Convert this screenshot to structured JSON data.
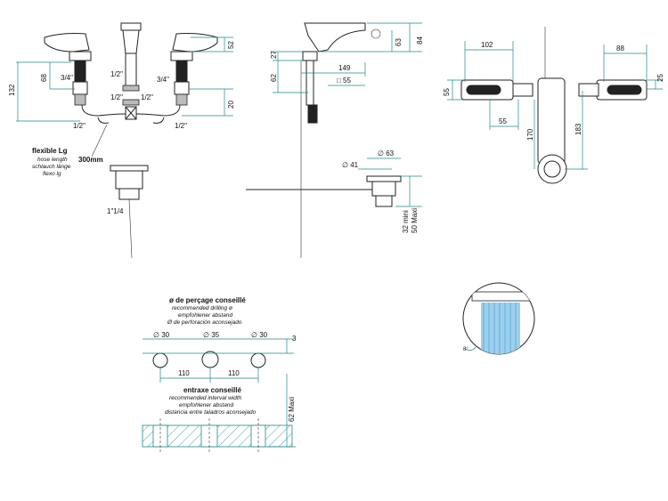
{
  "colors": {
    "line": "#222222",
    "dimension": "#1d8a8a",
    "water": "#9ccfee",
    "hatch": "#1d8a8a"
  },
  "front_view": {
    "dim_52": "52",
    "dim_132": "132",
    "dim_68": "68",
    "dim_20": "20",
    "thread_top": "1/2\"",
    "thread_left_upper": "3/4\"",
    "thread_left_mid": "1/2\"",
    "thread_right_upper": "3/4\"",
    "thread_right_mid": "1/2\"",
    "thread_left_bottom": "1/2\"",
    "thread_right_bottom": "1/2\"",
    "hose_title": "flexible Lg",
    "hose_de": "hose length",
    "hose_en": "schlauch länge",
    "hose_es": "flexo lg",
    "hose_length": "300mm",
    "waste_thread": "1\"1/4"
  },
  "side_view": {
    "dim_84": "84",
    "dim_63": "63",
    "dim_27": "27",
    "dim_62": "62",
    "dim_149": "149",
    "dim_55": "□ 55",
    "dim_63b": "∅ 63",
    "dim_41": "∅ 41",
    "dim_min": "32 mini",
    "dim_max": "50 Maxi"
  },
  "top_view": {
    "dim_102": "102",
    "dim_88": "88",
    "dim_55a": "55",
    "dim_25": "25",
    "dim_55b": "55",
    "dim_170": "170",
    "dim_183": "183"
  },
  "drilling": {
    "title": "ø de perçage conseillé",
    "en": "recommended drilling ø",
    "de": "empfohlener abstand",
    "es": "Ø de perforación aconsejado",
    "hole1": "∅ 30",
    "hole2": "∅ 35",
    "hole3": "∅ 30",
    "dim_3": "3",
    "spacing1": "110",
    "spacing2": "110",
    "interaxis_title": "entraxe conseillé",
    "interaxis_en": "recommended interval width",
    "interaxis_de": "empfohlener abstand",
    "interaxis_es": "distancia entre taladros aconsejado",
    "max_thickness": "62 Maxi"
  },
  "detail": {
    "angle": "8°"
  }
}
